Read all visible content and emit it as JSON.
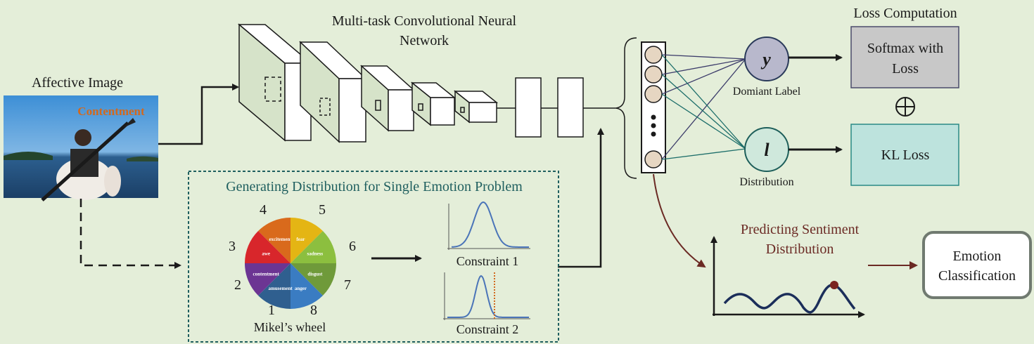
{
  "title_cnn": [
    "Multi-task Convolutional Neural",
    "Network"
  ],
  "affective_image": {
    "label": "Affective Image",
    "overlay_label": "Contentment"
  },
  "loss_computation": {
    "title": "Loss Computation",
    "softmax_label": [
      "Softmax with",
      "Loss"
    ],
    "kl_label": "KL Loss",
    "oplus": "⊕"
  },
  "nodes": {
    "y_symbol": "y",
    "y_caption": "Domiant Label",
    "l_symbol": "l",
    "l_caption": "Distribution"
  },
  "generating": {
    "title": "Generating Distribution for Single Emotion Problem",
    "wheel_caption": "Mikel’s wheel",
    "wheel_numbers": [
      "4",
      "5",
      "3",
      "6",
      "2",
      "7",
      "1",
      "8"
    ],
    "wheel_segments": [
      {
        "label": "excitement",
        "color": "#d96a1c"
      },
      {
        "label": "fear",
        "color": "#e4b514"
      },
      {
        "label": "sadness",
        "color": "#8cbf3f"
      },
      {
        "label": "disgust",
        "color": "#6f9a3a"
      },
      {
        "label": "anger",
        "color": "#3a7cc2"
      },
      {
        "label": "amusement",
        "color": "#2f5f8f"
      },
      {
        "label": "contentment",
        "color": "#6c3593"
      },
      {
        "label": "awe",
        "color": "#d8262b"
      }
    ],
    "constraint1": "Constraint 1",
    "constraint2": "Constraint 2"
  },
  "predicting": {
    "title": [
      "Predicting Sentiment",
      "Distribution"
    ]
  },
  "emotion_classification": [
    "Emotion",
    "Classification"
  ],
  "colors": {
    "background": "#e4eed9",
    "teal_title": "#1f5f5f",
    "predict_title": "#6b2a24",
    "orange": "#d2691e",
    "softmax_fill": "#c8c8c8",
    "kl_fill": "#bde3dd",
    "curve_blue": "#4a74b8",
    "wave_navy": "#1b2e5a",
    "dot_maroon": "#7a2420"
  }
}
